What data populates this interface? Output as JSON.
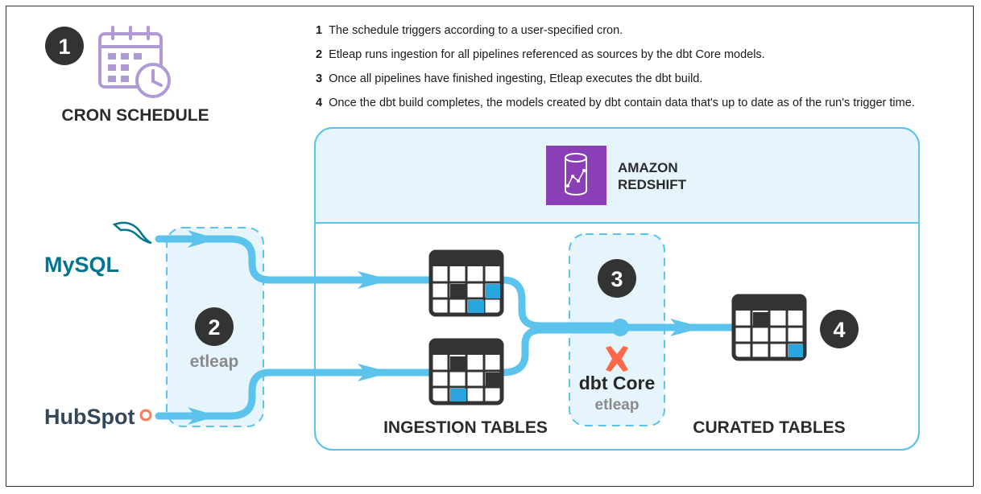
{
  "steps": [
    {
      "number": "1",
      "text": "The schedule triggers according to a user-specified cron."
    },
    {
      "number": "2",
      "text": "Etleap runs ingestion for all pipelines referenced as sources by the dbt Core models."
    },
    {
      "number": "3",
      "text": "Once all pipelines have finished ingesting, Etleap executes the dbt build."
    },
    {
      "number": "4",
      "text": "Once the dbt build completes, the models created by dbt contain data that's up to date as of the run's trigger time."
    }
  ],
  "badges": {
    "cron": "1",
    "etleap": "2",
    "dbt": "3",
    "curated": "4"
  },
  "cron": {
    "label": "CRON SCHEDULE",
    "icon": "calendar-clock-icon"
  },
  "redshift": {
    "label_line1": "AMAZON",
    "label_line2": "REDSHIFT",
    "icon": "redshift-database-icon"
  },
  "sources": {
    "mysql": "MySQL",
    "hubspot": "HubSpot"
  },
  "etleap_logo": "etleap",
  "dbt": {
    "logo_text": "dbt Core",
    "etleap_text": "etleap"
  },
  "ingestion_label": "INGESTION TABLES",
  "curated_label": "CURATED TABLES",
  "colors": {
    "flow": "#5bc3ec",
    "panel": "#e6f5fc",
    "highlight": "#29a6e0",
    "dark": "#333333",
    "purple": "#8b3fb6",
    "cron_icon": "#b09ad6",
    "dbt_orange": "#ff694b",
    "mysql_blue": "#00758f",
    "mysql_orange": "#f29111",
    "hubspot_orange": "#ff7a59",
    "etleap_grey": "#8a8a8a",
    "etleap_blue": "#2aa1d9"
  }
}
